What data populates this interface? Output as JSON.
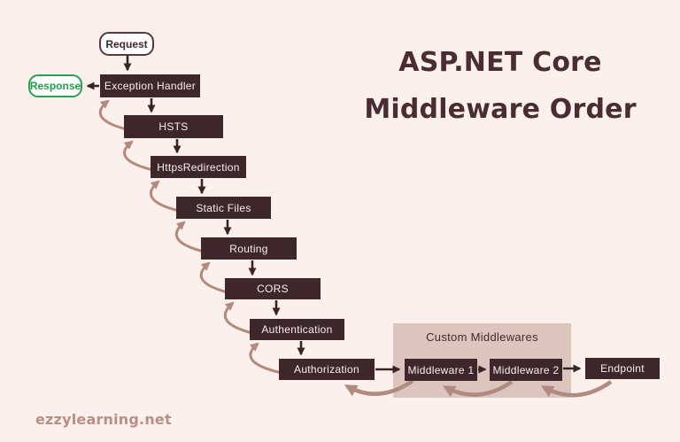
{
  "title": {
    "line1": "ASP.NET Core",
    "line2": "Middleware Order"
  },
  "watermark": {
    "text": "ezzylearning.net"
  },
  "diagram": {
    "request": {
      "label": "Request"
    },
    "response": {
      "label": "Response"
    },
    "pipeline": [
      {
        "id": "exception-handler",
        "label": "Exception Handler"
      },
      {
        "id": "hsts",
        "label": "HSTS"
      },
      {
        "id": "https-redirection",
        "label": "HttpsRedirection"
      },
      {
        "id": "static-files",
        "label": "Static Files"
      },
      {
        "id": "routing",
        "label": "Routing"
      },
      {
        "id": "cors",
        "label": "CORS"
      },
      {
        "id": "authentication",
        "label": "Authentication"
      },
      {
        "id": "authorization",
        "label": "Authorization"
      }
    ],
    "custom_group": {
      "label": "Custom Middlewares",
      "items": [
        {
          "id": "middleware-1",
          "label": "Middleware 1"
        },
        {
          "id": "middleware-2",
          "label": "Middleware 2"
        }
      ]
    },
    "endpoint": {
      "label": "Endpoint"
    },
    "colors": {
      "background": "#fcf0ec",
      "node_fill": "#3e272b",
      "node_text": "#f6efed",
      "request_border": "#5a383e",
      "response_green": "#28a054",
      "forward_arrow": "#3a2327",
      "return_arrow": "#b28a80",
      "custom_group_fill": "#dcc5be",
      "title_text": "#4a2c33",
      "watermark_text": "#b98e87"
    }
  }
}
